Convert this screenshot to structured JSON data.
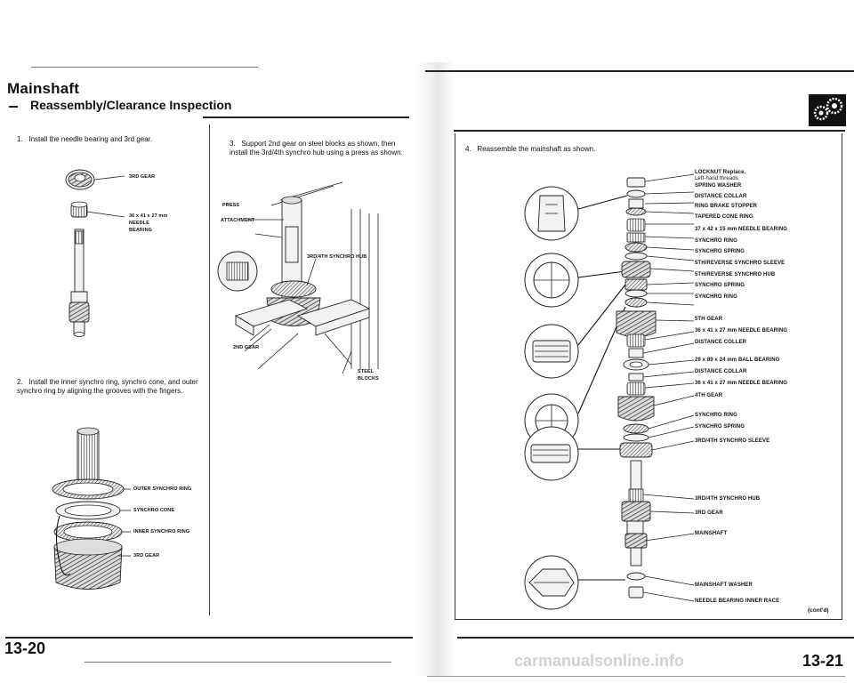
{
  "header": {
    "title": "Mainshaft",
    "subtitle": "Reassembly/Clearance Inspection"
  },
  "left_page": {
    "page_number": "13-20",
    "steps": [
      {
        "number": "1.",
        "text": "Install the needle bearing and 3rd gear."
      },
      {
        "number": "2.",
        "text": "Install the inner synchro ring, synchro cone, and outer synchro ring by aligning the grooves with the fingers."
      },
      {
        "number": "3.",
        "text": "Support 2nd gear on steel blocks as shown, then install the 3rd/4th synchro hub using a press as shown."
      }
    ],
    "fig1_labels": {
      "gear": "3RD GEAR",
      "bearing_l1": "36 x 41 x 27 mm",
      "bearing_l2": "NEEDLE",
      "bearing_l3": "BEARING"
    },
    "fig2_labels": [
      "OUTER SYNCHRO RING",
      "SYNCHRO CONE",
      "INNER SYNCHRO RING",
      "3RD GEAR"
    ],
    "fig3_labels": {
      "press": "PRESS",
      "attachment": "ATTACHMENT",
      "hub": "3RD/4TH SYNCHRO HUB",
      "gear": "2ND GEAR",
      "blocks_l1": "STEEL",
      "blocks_l2": "BLOCKS"
    }
  },
  "right_page": {
    "page_number": "13-21",
    "step": {
      "number": "4.",
      "text": "Reassemble the mainshaft as shown."
    },
    "parts": [
      "LOCKNUT Replace.",
      "Left-hand threads",
      "SPRING WASHER",
      "DISTANCE COLLAR",
      "RING BRAKE STOPPER",
      "TAPERED CONE RING",
      "37 x 42 x 15 mm NEEDLE BEARING",
      "SYNCHRO RING",
      "SYNCHRO SPRING",
      "5TH/REVERSE SYNCHRO SLEEVE",
      "5TH/REVERSE SYNCHRO HUB",
      "SYNCHRO SPRING",
      "SYNCHRO RING",
      "5TH GEAR",
      "36 x 41 x 27 mm NEEDLE BEARING",
      "DISTANCE COLLER",
      "29 x 89 x 24 mm BALL BEARING",
      "DISTANCE COLLAR",
      "36 x 41 x 27 mm NEEDLE BEARING",
      "4TH GEAR",
      "SYNCHRO RING",
      "SYNCHRO SPRING",
      "3RD/4TH SYNCHRO SLEEVE",
      "3RD/4TH SYNCHRO HUB",
      "3RD GEAR",
      "MAINSHAFT",
      "MAINSHAFT WASHER",
      "NEEDLE BEARING INNER RACE"
    ],
    "contd": "(cont'd)"
  },
  "watermark": "carmanualsonline.info"
}
